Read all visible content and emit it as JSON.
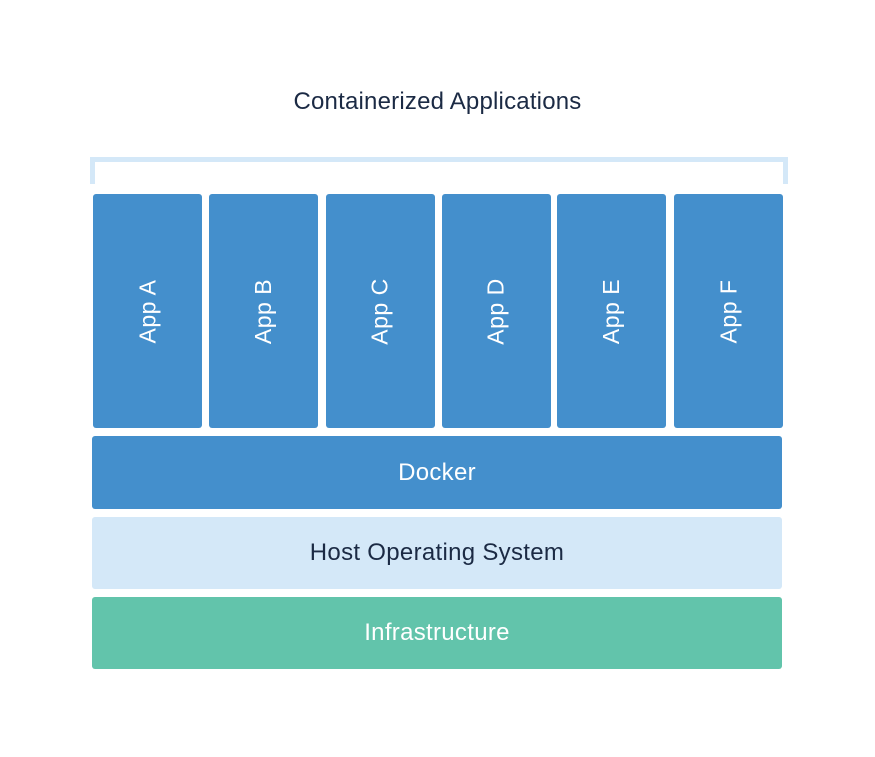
{
  "title": "Containerized Applications",
  "apps": [
    {
      "label": "App A"
    },
    {
      "label": "App B"
    },
    {
      "label": "App C"
    },
    {
      "label": "App D"
    },
    {
      "label": "App E"
    },
    {
      "label": "App F"
    }
  ],
  "layers": {
    "docker": {
      "label": "Docker"
    },
    "host_os": {
      "label": "Host Operating System"
    },
    "infrastructure": {
      "label": "Infrastructure"
    }
  },
  "colors": {
    "app_blue": "#448fcc",
    "docker_blue": "#448fcc",
    "host_os_light": "#d4e8f8",
    "infrastructure_green": "#62c4ab",
    "bracket": "#d4e8f8",
    "title_text": "#1b2a44",
    "light_text": "#ffffff",
    "dark_text": "#1b2a44"
  }
}
